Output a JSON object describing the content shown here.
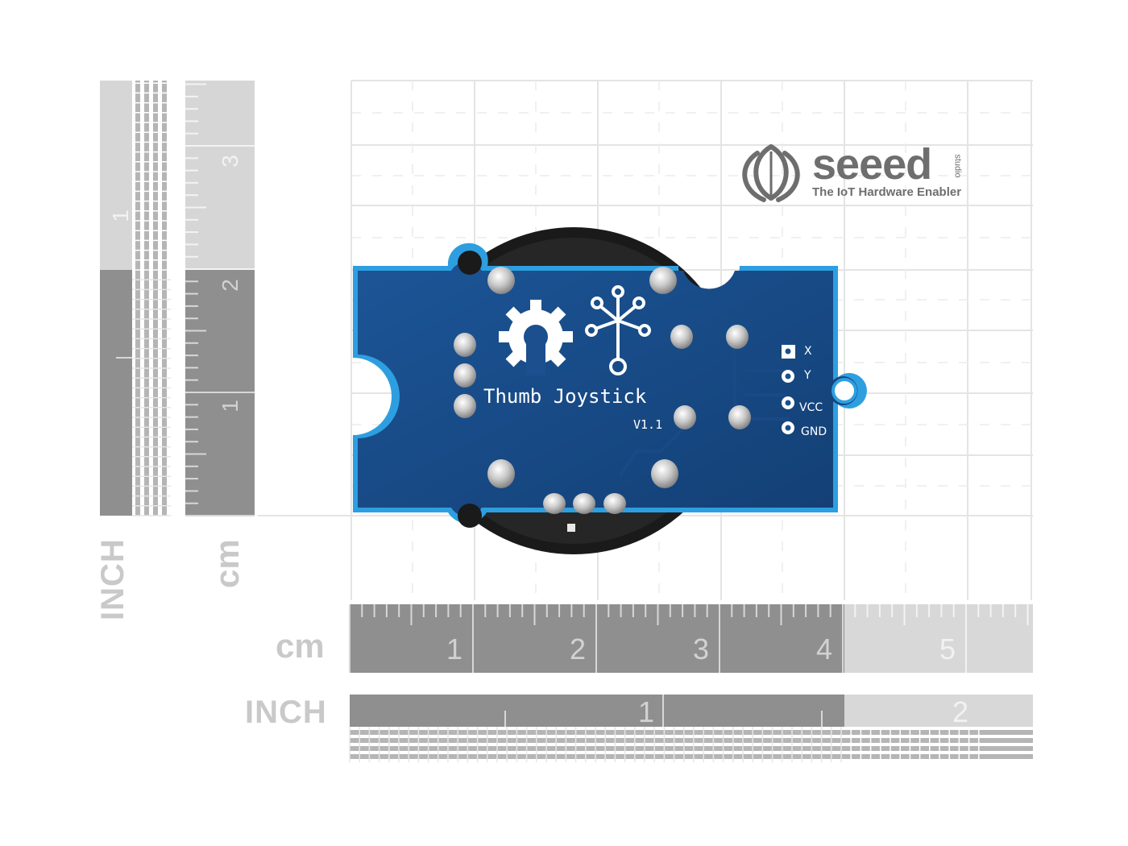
{
  "logo": {
    "brand": "seeed",
    "subbrand": "studio",
    "tagline": "The IoT Hardware Enabler"
  },
  "board": {
    "title": "Thumb Joystick",
    "version": "V1.1",
    "pins": [
      "X",
      "Y",
      "VCC",
      "GND"
    ],
    "color": "#1b4f8e",
    "edge_color": "#2d9fe0"
  },
  "rulers": {
    "bottom_cm": {
      "unit": "cm",
      "numbers": [
        "1",
        "2",
        "3",
        "4",
        "5"
      ]
    },
    "bottom_inch": {
      "unit": "INCH",
      "numbers": [
        "1",
        "2"
      ]
    },
    "left_cm": {
      "unit": "cm",
      "numbers": [
        "1",
        "2",
        "3"
      ]
    },
    "left_inch": {
      "unit": "INCH",
      "numbers": [
        "1"
      ]
    }
  }
}
